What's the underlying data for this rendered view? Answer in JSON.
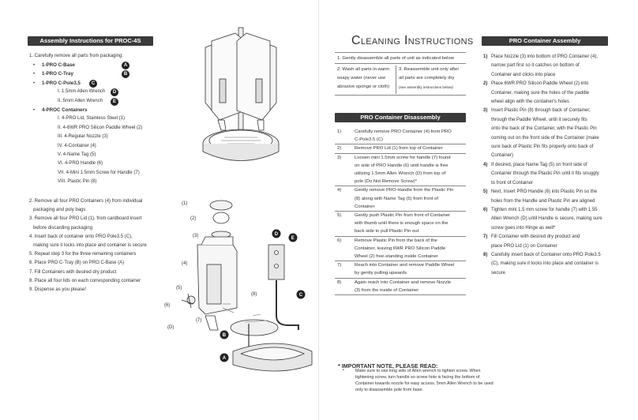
{
  "left": {
    "header": "Assembly Instructions for PROC-4S",
    "intro": "1. Carefully remove all parts from packaging:",
    "parts": [
      {
        "label": "1-PRO C-Base",
        "badge": "A"
      },
      {
        "label": "1-PRO C-Tray",
        "badge": "B"
      },
      {
        "label": "1-PRO C-Pole3.5",
        "badge": "C"
      }
    ],
    "tools": [
      {
        "label": "I. 1.5mm Allen Wrench",
        "badge": "D"
      },
      {
        "label": "II. 5mm Allen Wrench",
        "badge": "E"
      }
    ],
    "containers_label": "4-PROC Containers",
    "container_parts": [
      "I. 4-PRO Lid, Stainless Steel (1)",
      "II. 4-6WR PRO Silicon Paddle Wheel (2)",
      "III. 4-Regular Nozzle (3)",
      "IV. 4-Container (4)",
      "V. 4-Name Tag (5)",
      "VI. 4-PRO Handle (6)",
      "VII. 4-Mini 1.5mm Screw for Handle (7)",
      "VIII. Plastic Pin  (8)"
    ],
    "steps": [
      "2. Remove all four PRO Containers (4) from individual",
      "packaging and poly bags",
      "3. Remove all four PRO Lid (1), from cardboard insert",
      "before discarding packaging",
      "4. Insert back of container onto PRO Pole3.5 (C),",
      "making sure it locks into place and container is secure",
      "5. Repeat step 3 for the three remaining containers",
      "6. Place PRO C-Tray (B) on PRO C-Base (A)",
      "7. Fill Containers with desired dry product",
      "8. Place all four lids on each corresponding container",
      "9. Dispense as you please!"
    ],
    "diagram_labels": {
      "l1": "(1)",
      "l2": "(2)",
      "l3": "(3)",
      "l4": "(4)",
      "l5": "(5)",
      "l6": "(6)",
      "l7": "(7)",
      "l8": "(8)",
      "d": "D",
      "e": "E",
      "c": "C",
      "b": "B",
      "a": "A"
    }
  },
  "right": {
    "title": "Cleaning Instructions",
    "clean_1": "1. Gently disassemble all parts of unit as indicated below",
    "clean_2": [
      "2. Wash all parts in warm",
      "soapy water (never use",
      "abrasive sponge or cloth)"
    ],
    "clean_3": [
      "3. Reassemble unit only after",
      "all parts are completely dry",
      "(see assembly instructions below)"
    ],
    "disassembly_header": "PRO Container Disassembly",
    "disassembly": [
      {
        "n": "1)",
        "lines": [
          "Carefully remove PRO Container (4) from PRO",
          "C-Pole3.5 (C)"
        ]
      },
      {
        "n": "2)",
        "lines": [
          "Remove  PRO Lid (1) from top of Container"
        ]
      },
      {
        "n": "3)",
        "lines": [
          "Loosen mini 1.5mm screw for handle (7) found",
          "on side of PRO Handle (6) until handle is free",
          "utilizing 1.5mm Allen Wrench (D) from top of",
          "pole (Do Not Remove Screw)*"
        ]
      },
      {
        "n": "4)",
        "lines": [
          "Gently remove PRO Handle from the Plastic Pin",
          "(8) along with Name Tag (5) from front of",
          "Container"
        ]
      },
      {
        "n": "5)",
        "lines": [
          "Gently push Plastic Pin from front of Container",
          "with thumb until there is enough space on the",
          "back side to pull Plastic Pin out"
        ]
      },
      {
        "n": "6)",
        "lines": [
          "Remove Plastic Pin from the back of the",
          "Container, leaving 6WR PRO Silicon Paddle",
          "Wheel  (2) free-standing inside Container"
        ]
      },
      {
        "n": "7)",
        "lines": [
          "Reach into Container and remove Paddle Wheel",
          "by gently pulling upwards"
        ]
      },
      {
        "n": "8)",
        "lines": [
          "Again reach into Container and remove Nozzle",
          "(3) from the inside of Container"
        ]
      }
    ],
    "assembly_header": "PRO Container Assembly",
    "assembly": [
      {
        "n": "1)",
        "lines": [
          "Place Nozzle (3) into bottom of PRO Container (4),",
          "narrow part first so it catches on bottom of",
          "Container and clicks into place"
        ]
      },
      {
        "n": "2)",
        "lines": [
          "Place 6WR PRO Silicon Paddle Wheel (2) into",
          "Container, making sure the holes of the paddle",
          "wheel align with the container's holes"
        ]
      },
      {
        "n": "3)",
        "lines": [
          "Insert Plastic Pin (8) through back of Container,",
          "through the Paddle Wheel, until it securely fits",
          "onto the back of the Container, with the Plastic Pin",
          "coming out on the front side of the Container (make",
          "sure back of Plastic Pin fits properly onto back of",
          "Container)"
        ]
      },
      {
        "n": "4)",
        "lines": [
          "If desired, place Name Tag (5) on front side of",
          "Container through the Plastic Pin until it fits snuggly",
          "to front of  Container"
        ]
      },
      {
        "n": "5)",
        "lines": [
          "Next, Insert PRO Handle (6) into Plastic Pin so the",
          "holes from the Handle and Plastic Pin are aligned"
        ]
      },
      {
        "n": "6)",
        "lines": [
          "Tighten mini 1.5 mm screw for handle (7) with 1.55",
          "Allen Wrench (D) until Handle is secure, making sure",
          "screw goes into Hinge as well*"
        ]
      },
      {
        "n": "7)",
        "lines": [
          "Fill Container with desired dry product and",
          "place PRO Lid (1) on Container"
        ]
      },
      {
        "n": "8)",
        "lines": [
          "Carefully insert back of Container onto PRO Pole3.5",
          "(C), making sure it locks into place and container is",
          "secure"
        ]
      }
    ],
    "note_title": "* IMPORTANT NOTE, PLEASE READ:",
    "note_bullet": "•",
    "note_lines": [
      "Make sure to use long side of Allen wrench to tighten screw. When",
      "tightening screw, turn handle so screw hole is facing the bottom of",
      "Container towards nozzle for easy access. 5mm Allen Wrench to be used",
      "only to disassemble pole from base."
    ]
  }
}
